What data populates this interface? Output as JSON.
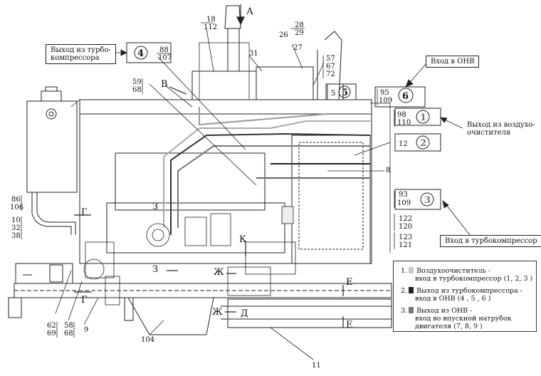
{
  "legend": {
    "items": [
      {
        "num": "1.",
        "text1": "Воздухоочиститель -",
        "text2": "вход в турбокомпрессор",
        "refs": "(1, 2, 3 )",
        "color": "#c8c8c8",
        "text3": ""
      },
      {
        "num": "2.",
        "text1": "Выход из турбокомпрессора -",
        "text2": "вход в ОНВ",
        "refs": "(4 , 5 , 6 )",
        "color": "#222222",
        "text3": ""
      },
      {
        "num": "3.",
        "text1": "Выход из ОНВ -",
        "text2": "вход во впускной натрубок",
        "text3": "двигателя",
        "refs": "(7, 8, 9 )",
        "color": "#777777"
      }
    ]
  },
  "callouts": {
    "turbo_out": [
      "Выход из турбо-",
      "компрессора"
    ],
    "onv_in": "Вход в ОНВ",
    "air_out": [
      "Выход из воздухо-",
      "очистителя"
    ],
    "turbo_in": "Вход в турбокомпрессор"
  },
  "circles": [
    "1",
    "2",
    "3",
    "4",
    "5",
    "6"
  ],
  "view_letters": {
    "A": "А",
    "B": "В",
    "G": "Г",
    "Z": "З",
    "K": "К",
    "ZH": "Ж",
    "E": "Е",
    "D": "Д"
  },
  "refs": {
    "r18": "18",
    "r112": "112",
    "r28": "28",
    "r29": "29",
    "r26": "26",
    "r27": "27",
    "r31": "31",
    "r88": "88",
    "r107": "107",
    "r57": "57",
    "r67": "67",
    "r72": "72",
    "r59": "59",
    "r68a": "68",
    "r5": "5",
    "r95": "95",
    "r109a": "109",
    "r98": "98",
    "r110": "110",
    "r12": "12",
    "r8": "8",
    "r93": "93",
    "r109b": "109",
    "r122": "122",
    "r120": "120",
    "r123": "123",
    "r121": "121",
    "r86": "86",
    "r106": "106",
    "r10": "10",
    "r32": "32",
    "r38": "38",
    "r62": "62",
    "r69": "69",
    "r58": "58",
    "r68b": "68",
    "r9": "9",
    "r104": "104",
    "r11": "11"
  }
}
